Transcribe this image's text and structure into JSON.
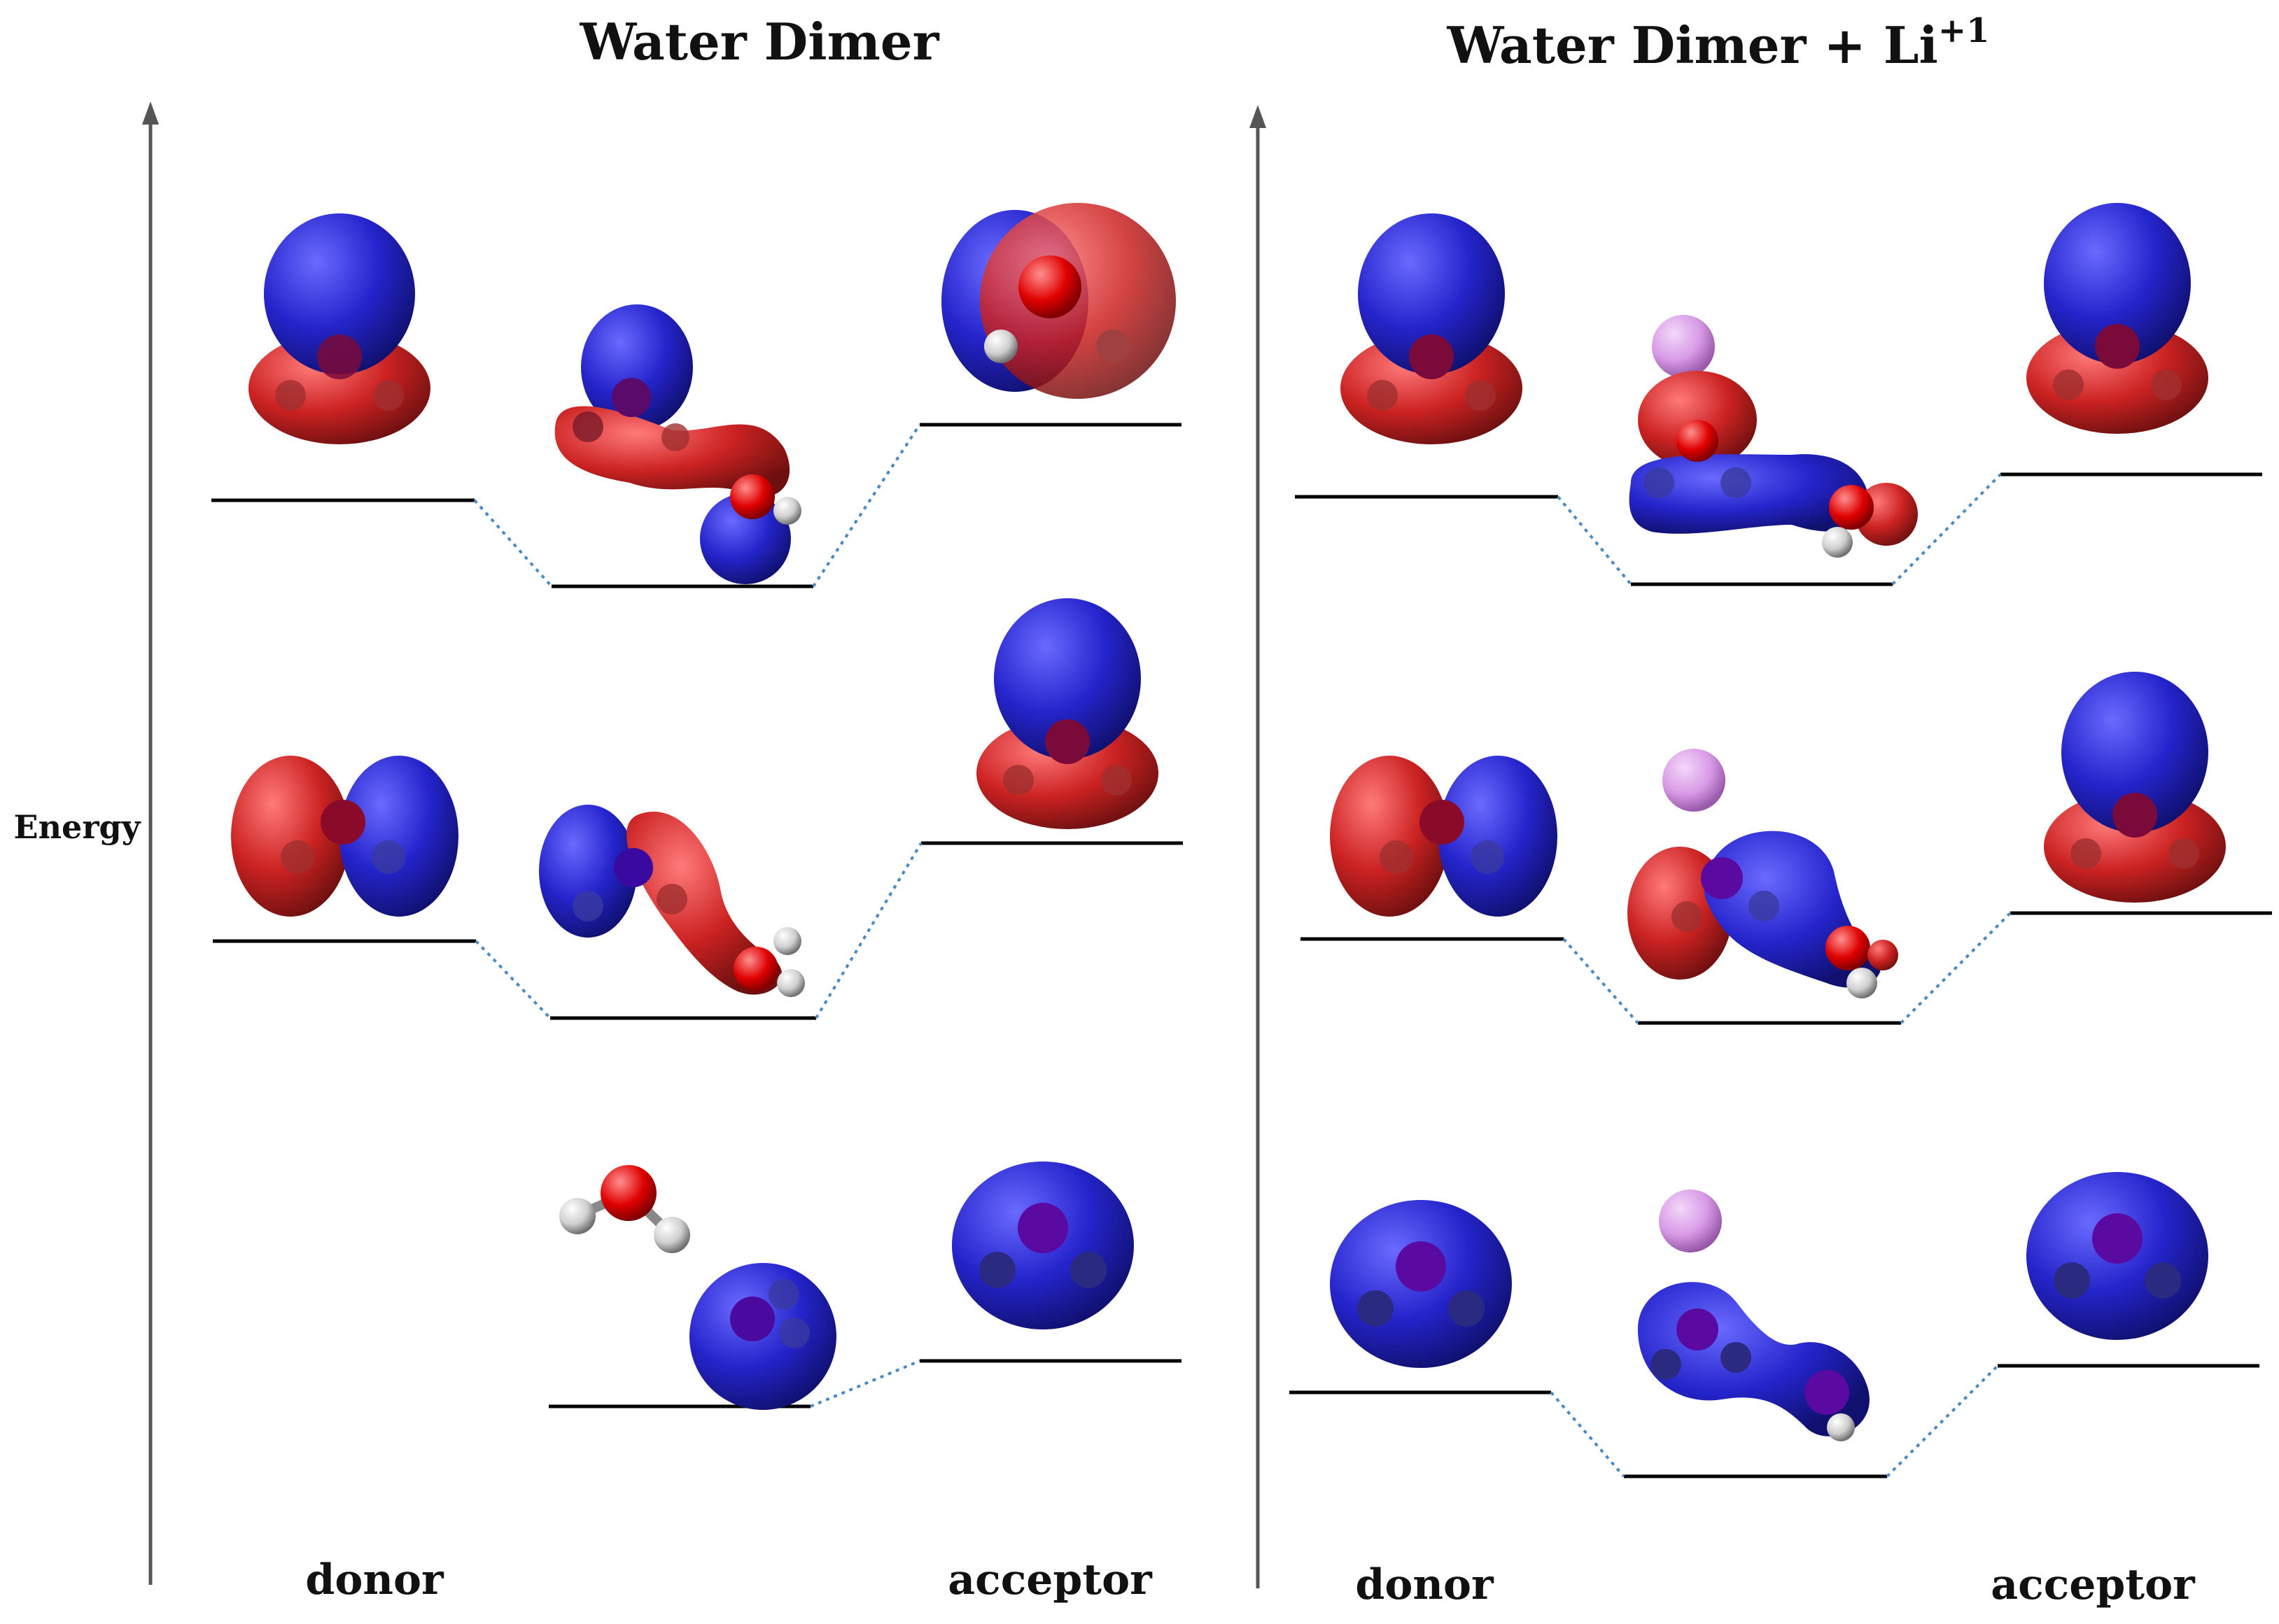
{
  "panels": [
    {
      "title": "Water Dimer",
      "title_superscript": "",
      "donor_label": "donor",
      "acceptor_label": "acceptor"
    },
    {
      "title": "Water Dimer + Li",
      "title_superscript": "+1",
      "donor_label": "donor",
      "acceptor_label": "acceptor"
    }
  ],
  "axis_label": "Energy",
  "colors": {
    "positive_lobe": "#2222cc",
    "negative_lobe": "#cc2222",
    "oxygen": "#e00000",
    "hydrogen": "#d8d8d8",
    "lithium": "#d89ae6",
    "connector": "#4a8bc4"
  }
}
